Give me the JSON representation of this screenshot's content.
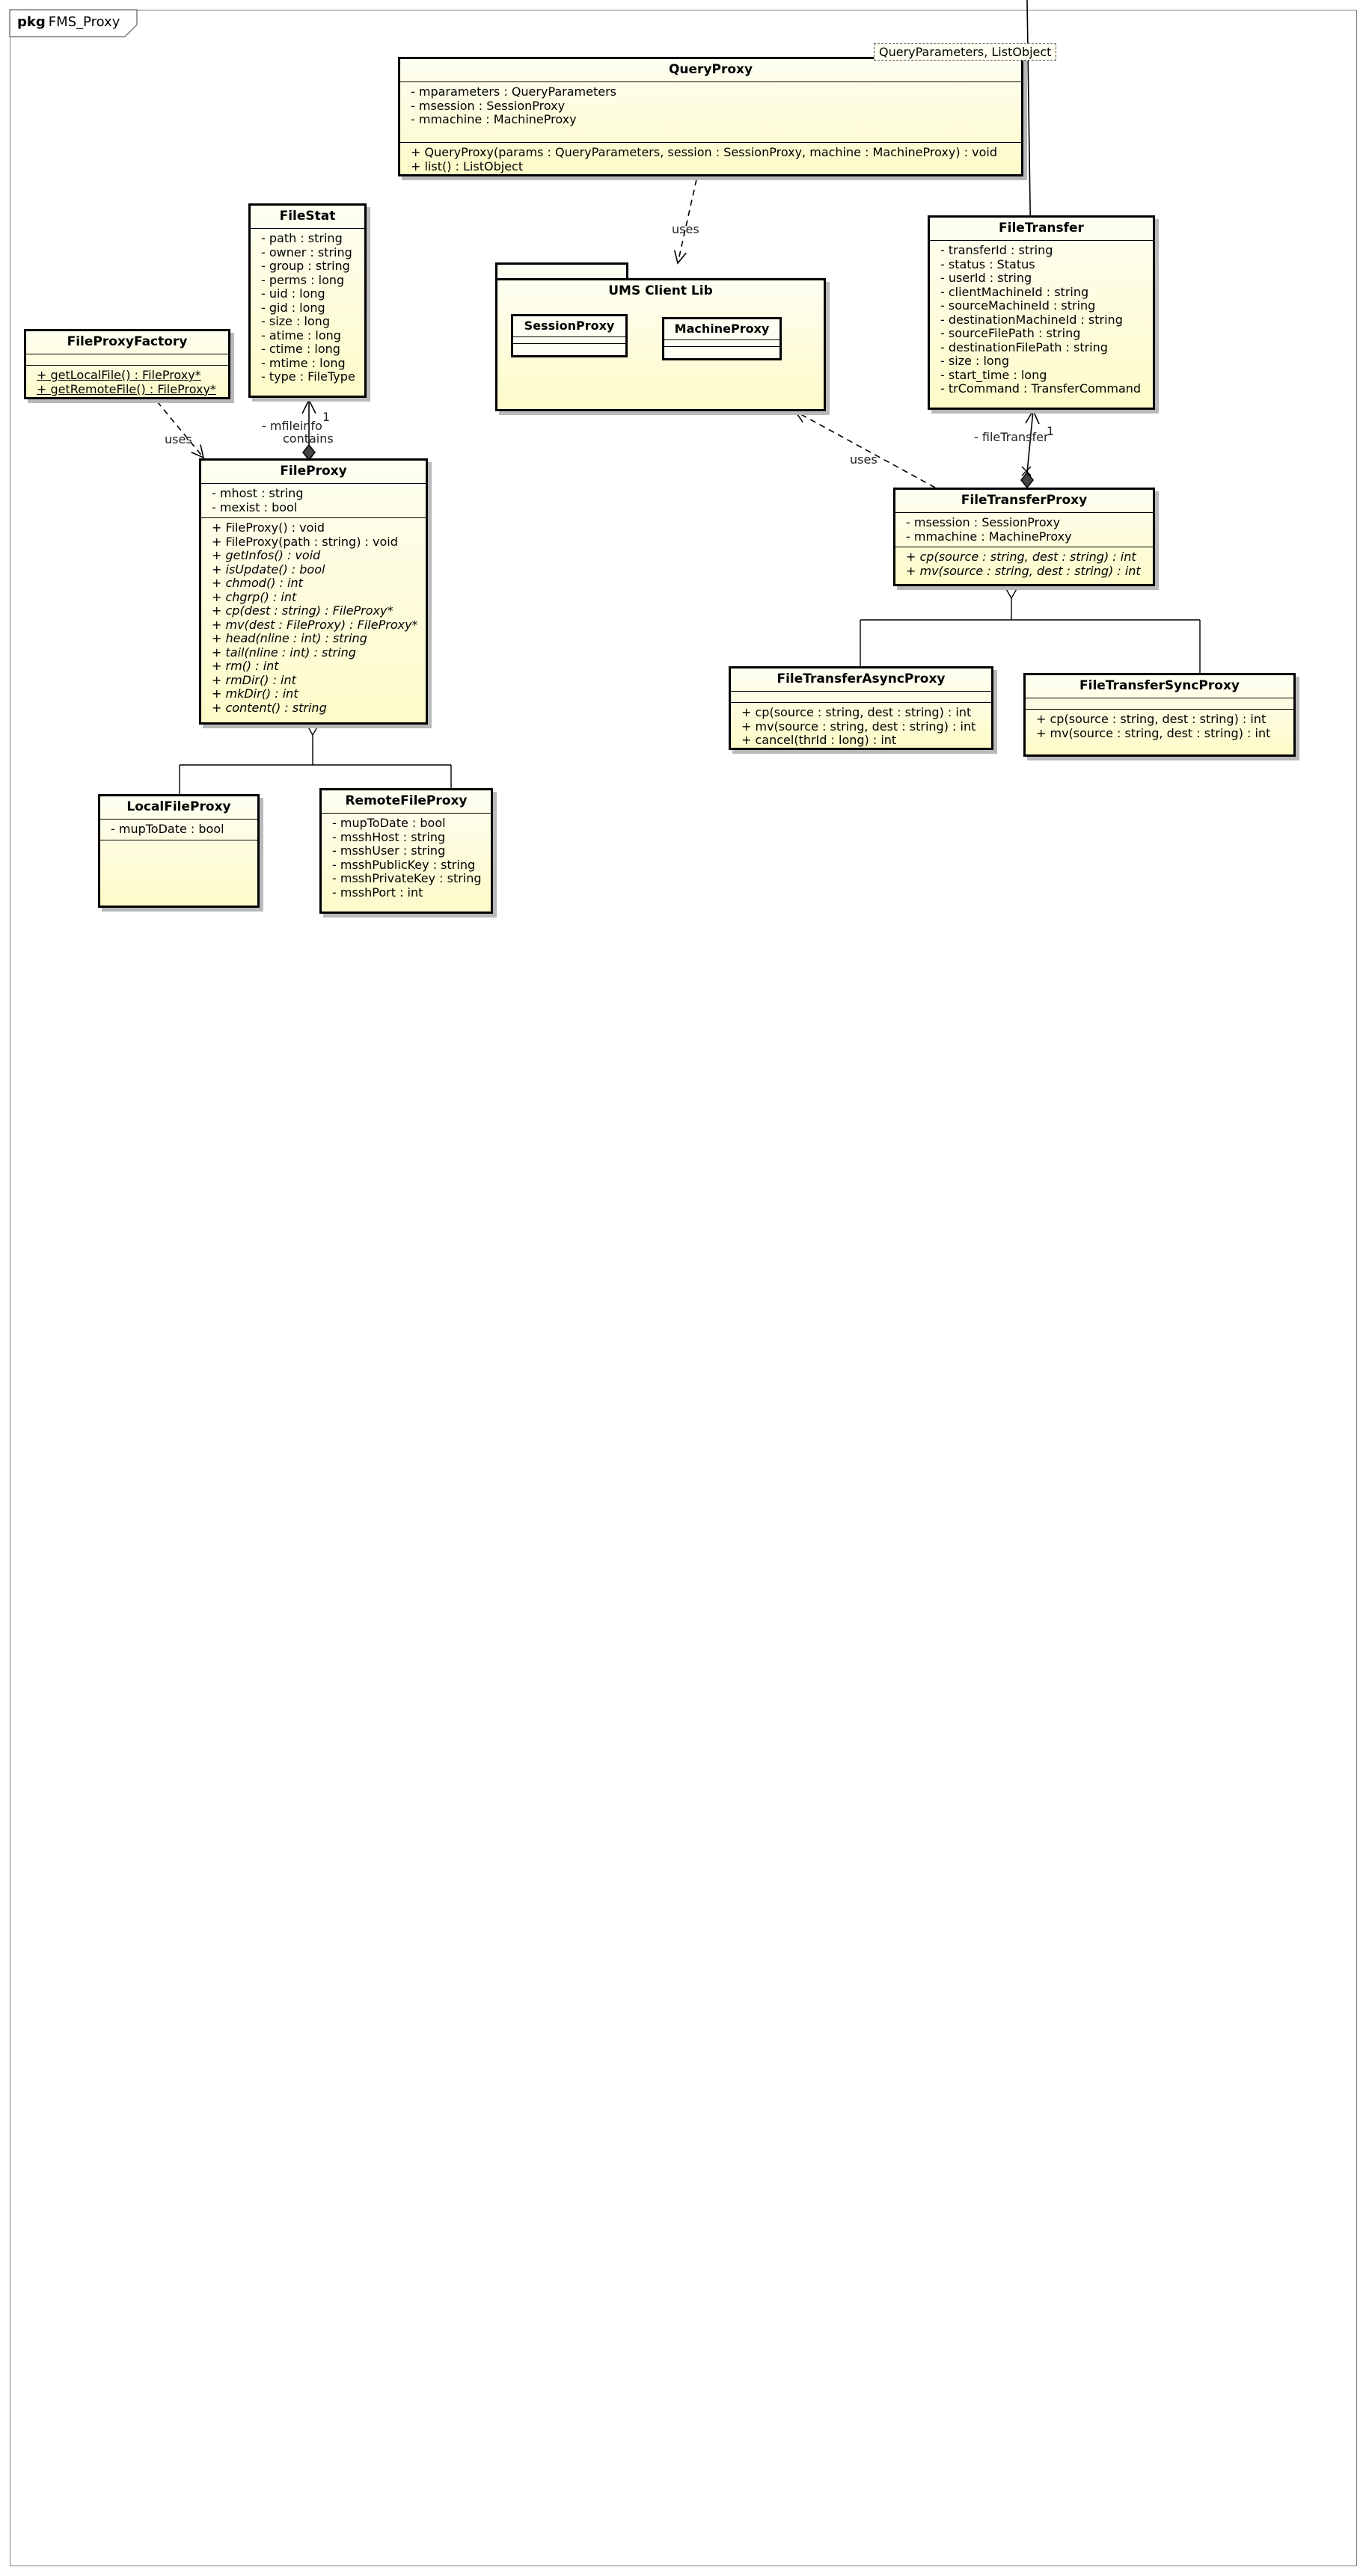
{
  "package": {
    "keyword": "pkg",
    "name": "FMS_Proxy"
  },
  "query_proxy": {
    "name": "QueryProxy",
    "template": "QueryParameters,   ListObject",
    "attributes": [
      "- mparameters : QueryParameters",
      "- msession : SessionProxy",
      "- mmachine : MachineProxy"
    ],
    "operations": [
      "+ QueryProxy(params : QueryParameters, session : SessionProxy, machine : MachineProxy) : void",
      "+ list() : ListObject"
    ]
  },
  "file_stat": {
    "name": "FileStat",
    "attributes": [
      "- path : string",
      "- owner : string",
      "- group : string",
      "- perms : long",
      "- uid : long",
      "- gid : long",
      "- size : long",
      "- atime : long",
      "- ctime : long",
      "- mtime : long",
      "- type : FileType"
    ]
  },
  "file_proxy_factory": {
    "name": "FileProxyFactory",
    "operations": [
      "+ getLocalFile() : FileProxy*",
      "+ getRemoteFile() : FileProxy*"
    ]
  },
  "file_proxy": {
    "name": "FileProxy",
    "attributes": [
      "- mhost : string",
      "- mexist : bool"
    ],
    "operations": [
      {
        "text": "+ FileProxy() : void",
        "abstract": false
      },
      {
        "text": "+ FileProxy(path : string) : void",
        "abstract": false
      },
      {
        "text": "+ getInfos() : void",
        "abstract": true
      },
      {
        "text": "+ isUpdate() : bool",
        "abstract": true
      },
      {
        "text": "+ chmod() : int",
        "abstract": true
      },
      {
        "text": "+ chgrp() : int",
        "abstract": true
      },
      {
        "text": "+ cp(dest : string) : FileProxy*",
        "abstract": true
      },
      {
        "text": "+ mv(dest : FileProxy) : FileProxy*",
        "abstract": true
      },
      {
        "text": "+ head(nline : int) : string",
        "abstract": true
      },
      {
        "text": "+ tail(nline : int) : string",
        "abstract": true
      },
      {
        "text": "+ rm() : int",
        "abstract": true
      },
      {
        "text": "+ rmDir() : int",
        "abstract": true
      },
      {
        "text": "+ mkDir() : int",
        "abstract": true
      },
      {
        "text": "+ content() : string",
        "abstract": true
      }
    ]
  },
  "local_file_proxy": {
    "name": "LocalFileProxy",
    "attributes": [
      "- mupToDate : bool"
    ]
  },
  "remote_file_proxy": {
    "name": "RemoteFileProxy",
    "attributes": [
      "- mupToDate : bool",
      "- msshHost : string",
      "- msshUser : string",
      "- msshPublicKey : string",
      "- msshPrivateKey : string",
      "- msshPort : int"
    ]
  },
  "ums_client_lib": {
    "name": "UMS Client Lib",
    "members": [
      "SessionProxy",
      "MachineProxy"
    ]
  },
  "file_transfer": {
    "name": "FileTransfer",
    "attributes": [
      "- transferId : string",
      "- status : Status",
      "- userId : string",
      "- clientMachineId : string",
      "- sourceMachineId : string",
      "- destinationMachineId : string",
      "- sourceFilePath : string",
      "- destinationFilePath : string",
      "- size : long",
      "- start_time : long",
      "- trCommand : TransferCommand"
    ]
  },
  "file_transfer_proxy": {
    "name": "FileTransferProxy",
    "attributes": [
      "- msession : SessionProxy",
      "- mmachine : MachineProxy"
    ],
    "operations": [
      "+ cp(source : string, dest : string) : int",
      "+ mv(source : string, dest : string) : int"
    ]
  },
  "file_transfer_async_proxy": {
    "name": "FileTransferAsyncProxy",
    "operations": [
      "+ cp(source : string, dest : string) : int",
      "+ mv(source : string, dest : string) : int",
      "+ cancel(thrId : long) : int"
    ]
  },
  "file_transfer_sync_proxy": {
    "name": "FileTransferSyncProxy",
    "operations": [
      "+ cp(source : string, dest : string) : int",
      "+ mv(source : string, dest : string) : int"
    ]
  },
  "labels": {
    "uses": "uses",
    "mfileinfo": "- mfileinfo",
    "contains": "contains",
    "one": "1",
    "file_transfer_role": "- fileTransfer"
  }
}
